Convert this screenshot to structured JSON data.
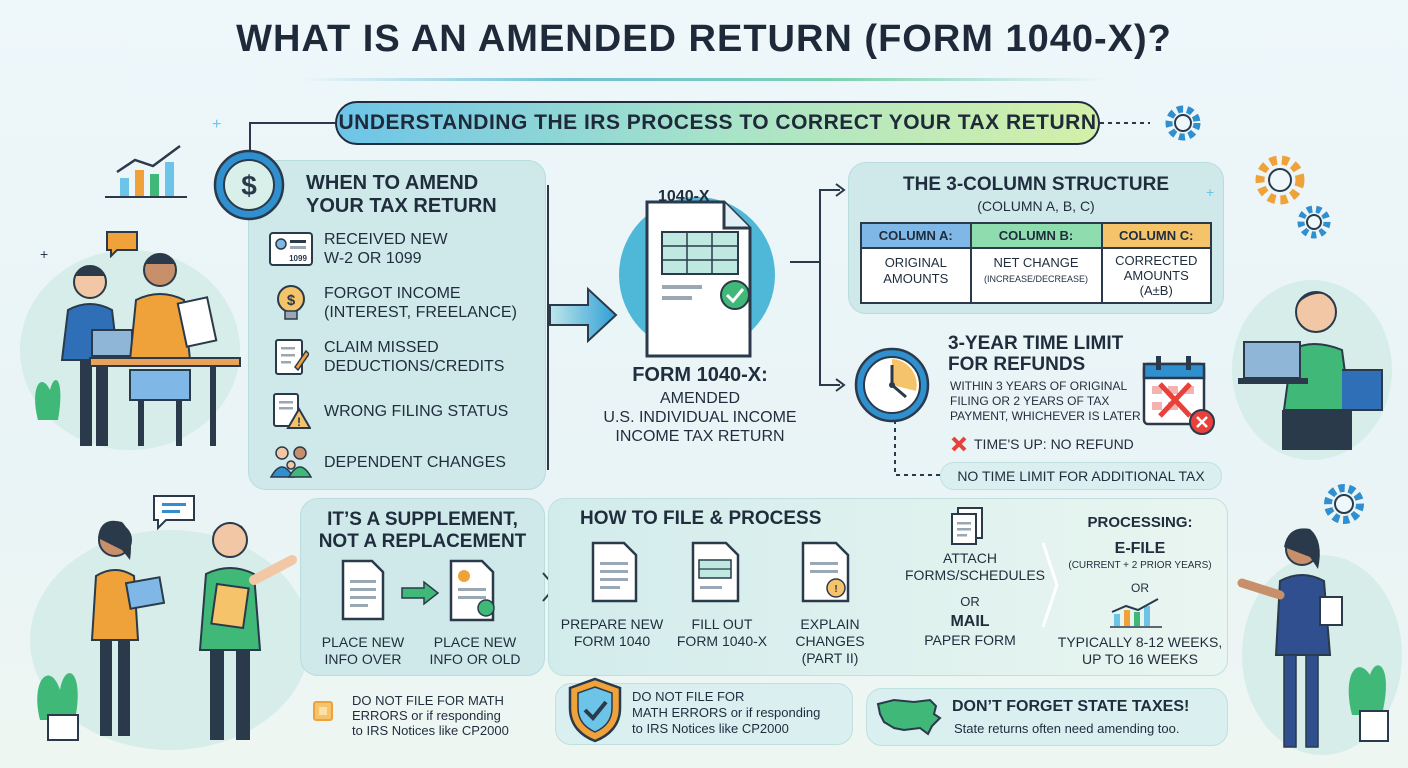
{
  "header": {
    "title": "WHAT IS AN AMENDED RETURN (FORM 1040-X)?",
    "subtitle": "UNDERSTANDING THE IRS PROCESS TO CORRECT YOUR TAX RETURN"
  },
  "when_to_amend": {
    "title_line1": "WHEN TO AMEND",
    "title_line2": "YOUR TAX RETURN",
    "items": [
      {
        "line1": "RECEIVED NEW",
        "line2": "W-2 OR 1099",
        "icon": "id-card-icon",
        "icon_text": "1099"
      },
      {
        "line1": "FORGOT INCOME",
        "line2": "(INTEREST, FREELANCE)",
        "icon": "lightbulb-icon"
      },
      {
        "line1": "CLAIM MISSED",
        "line2": "DEDUCTIONS/CREDITS",
        "icon": "pen-document-icon"
      },
      {
        "line1": "WRONG FILING STATUS",
        "line2": "",
        "icon": "warning-document-icon"
      },
      {
        "line1": "DEPENDENT CHANGES",
        "line2": "",
        "icon": "family-icon"
      }
    ]
  },
  "form": {
    "doc_label": "1040-X",
    "caption_title": "FORM 1040-X:",
    "caption_line1": "AMENDED",
    "caption_line2": "U.S. INDIVIDUAL INCOME",
    "caption_line3": "INCOME TAX RETURN"
  },
  "three_column": {
    "title": "THE 3-COLUMN STRUCTURE",
    "subtitle": "(COLUMN A, B, C)",
    "columns": [
      {
        "header": "COLUMN A:",
        "line1": "ORIGINAL",
        "line2": "AMOUNTS",
        "color": "#7fb8e6"
      },
      {
        "header": "COLUMN B:",
        "line1": "NET CHANGE",
        "line2": "(INCREASE/DECREASE)",
        "color": "#8fdcae"
      },
      {
        "header": "COLUMN C:",
        "line1": "CORRECTED",
        "line2": "AMOUNTS",
        "line3": "(A±B)",
        "color": "#f5c46a"
      }
    ]
  },
  "time_limit": {
    "title_line1": "3-YEAR TIME LIMIT",
    "title_line2": "FOR REFUNDS",
    "desc_line1": "WITHIN 3 YEARS OF ORIGINAL",
    "desc_line2": "FILING OR 2 YEARS OF TAX",
    "desc_line3": "PAYMENT, WHICHEVER IS LATER",
    "times_up": "TIME'S UP: NO REFUND",
    "no_limit": "NO TIME LIMIT FOR ADDITIONAL TAX"
  },
  "supplement": {
    "title_line1": "IT’S A SUPPLEMENT,",
    "title_line2": "NOT A REPLACEMENT",
    "step1_line1": "PLACE NEW",
    "step1_line2": "INFO OVER",
    "step2_line1": "PLACE NEW",
    "step2_line2": "INFO OR OLD"
  },
  "how_to_file": {
    "title": "HOW TO FILE & PROCESS",
    "steps": [
      {
        "line1": "PREPARE NEW",
        "line2": "FORM 1040",
        "line3": ""
      },
      {
        "line1": "FILL OUT",
        "line2": "FORM 1040-X",
        "line3": ""
      },
      {
        "line1": "EXPLAIN",
        "line2": "CHANGES",
        "line3": "(PART II)"
      }
    ],
    "attach_line1": "ATTACH",
    "attach_line2": "FORMS/SCHEDULES",
    "or": "OR",
    "mail_line1": "MAIL",
    "mail_line2": "PAPER FORM"
  },
  "processing": {
    "title": "PROCESSING:",
    "efile": "E-FILE",
    "efile_note": "(CURRENT + 2 PRIOR YEARS)",
    "or": "OR",
    "time_line1": "TYPICALLY 8-12 WEEKS,",
    "time_line2": "UP TO 16 WEEKS"
  },
  "notes": {
    "math_note_line1": "DO NOT FILE FOR MATH",
    "math_note_line2": "ERRORS or if responding",
    "math_note_line3": "to IRS Notices like CP2000",
    "shield_note_line1": "DO NOT FILE FOR",
    "shield_note_line2": "MATH ERRORS or if responding",
    "shield_note_line3": "to IRS Notices like CP2000",
    "state_title": "DON’T FORGET STATE TAXES!",
    "state_desc": "State returns often need amending too."
  },
  "colors": {
    "accent_blue": "#2f8fcf",
    "accent_green": "#3fb878",
    "accent_orange": "#f0a23a",
    "danger_red": "#e8413b"
  }
}
